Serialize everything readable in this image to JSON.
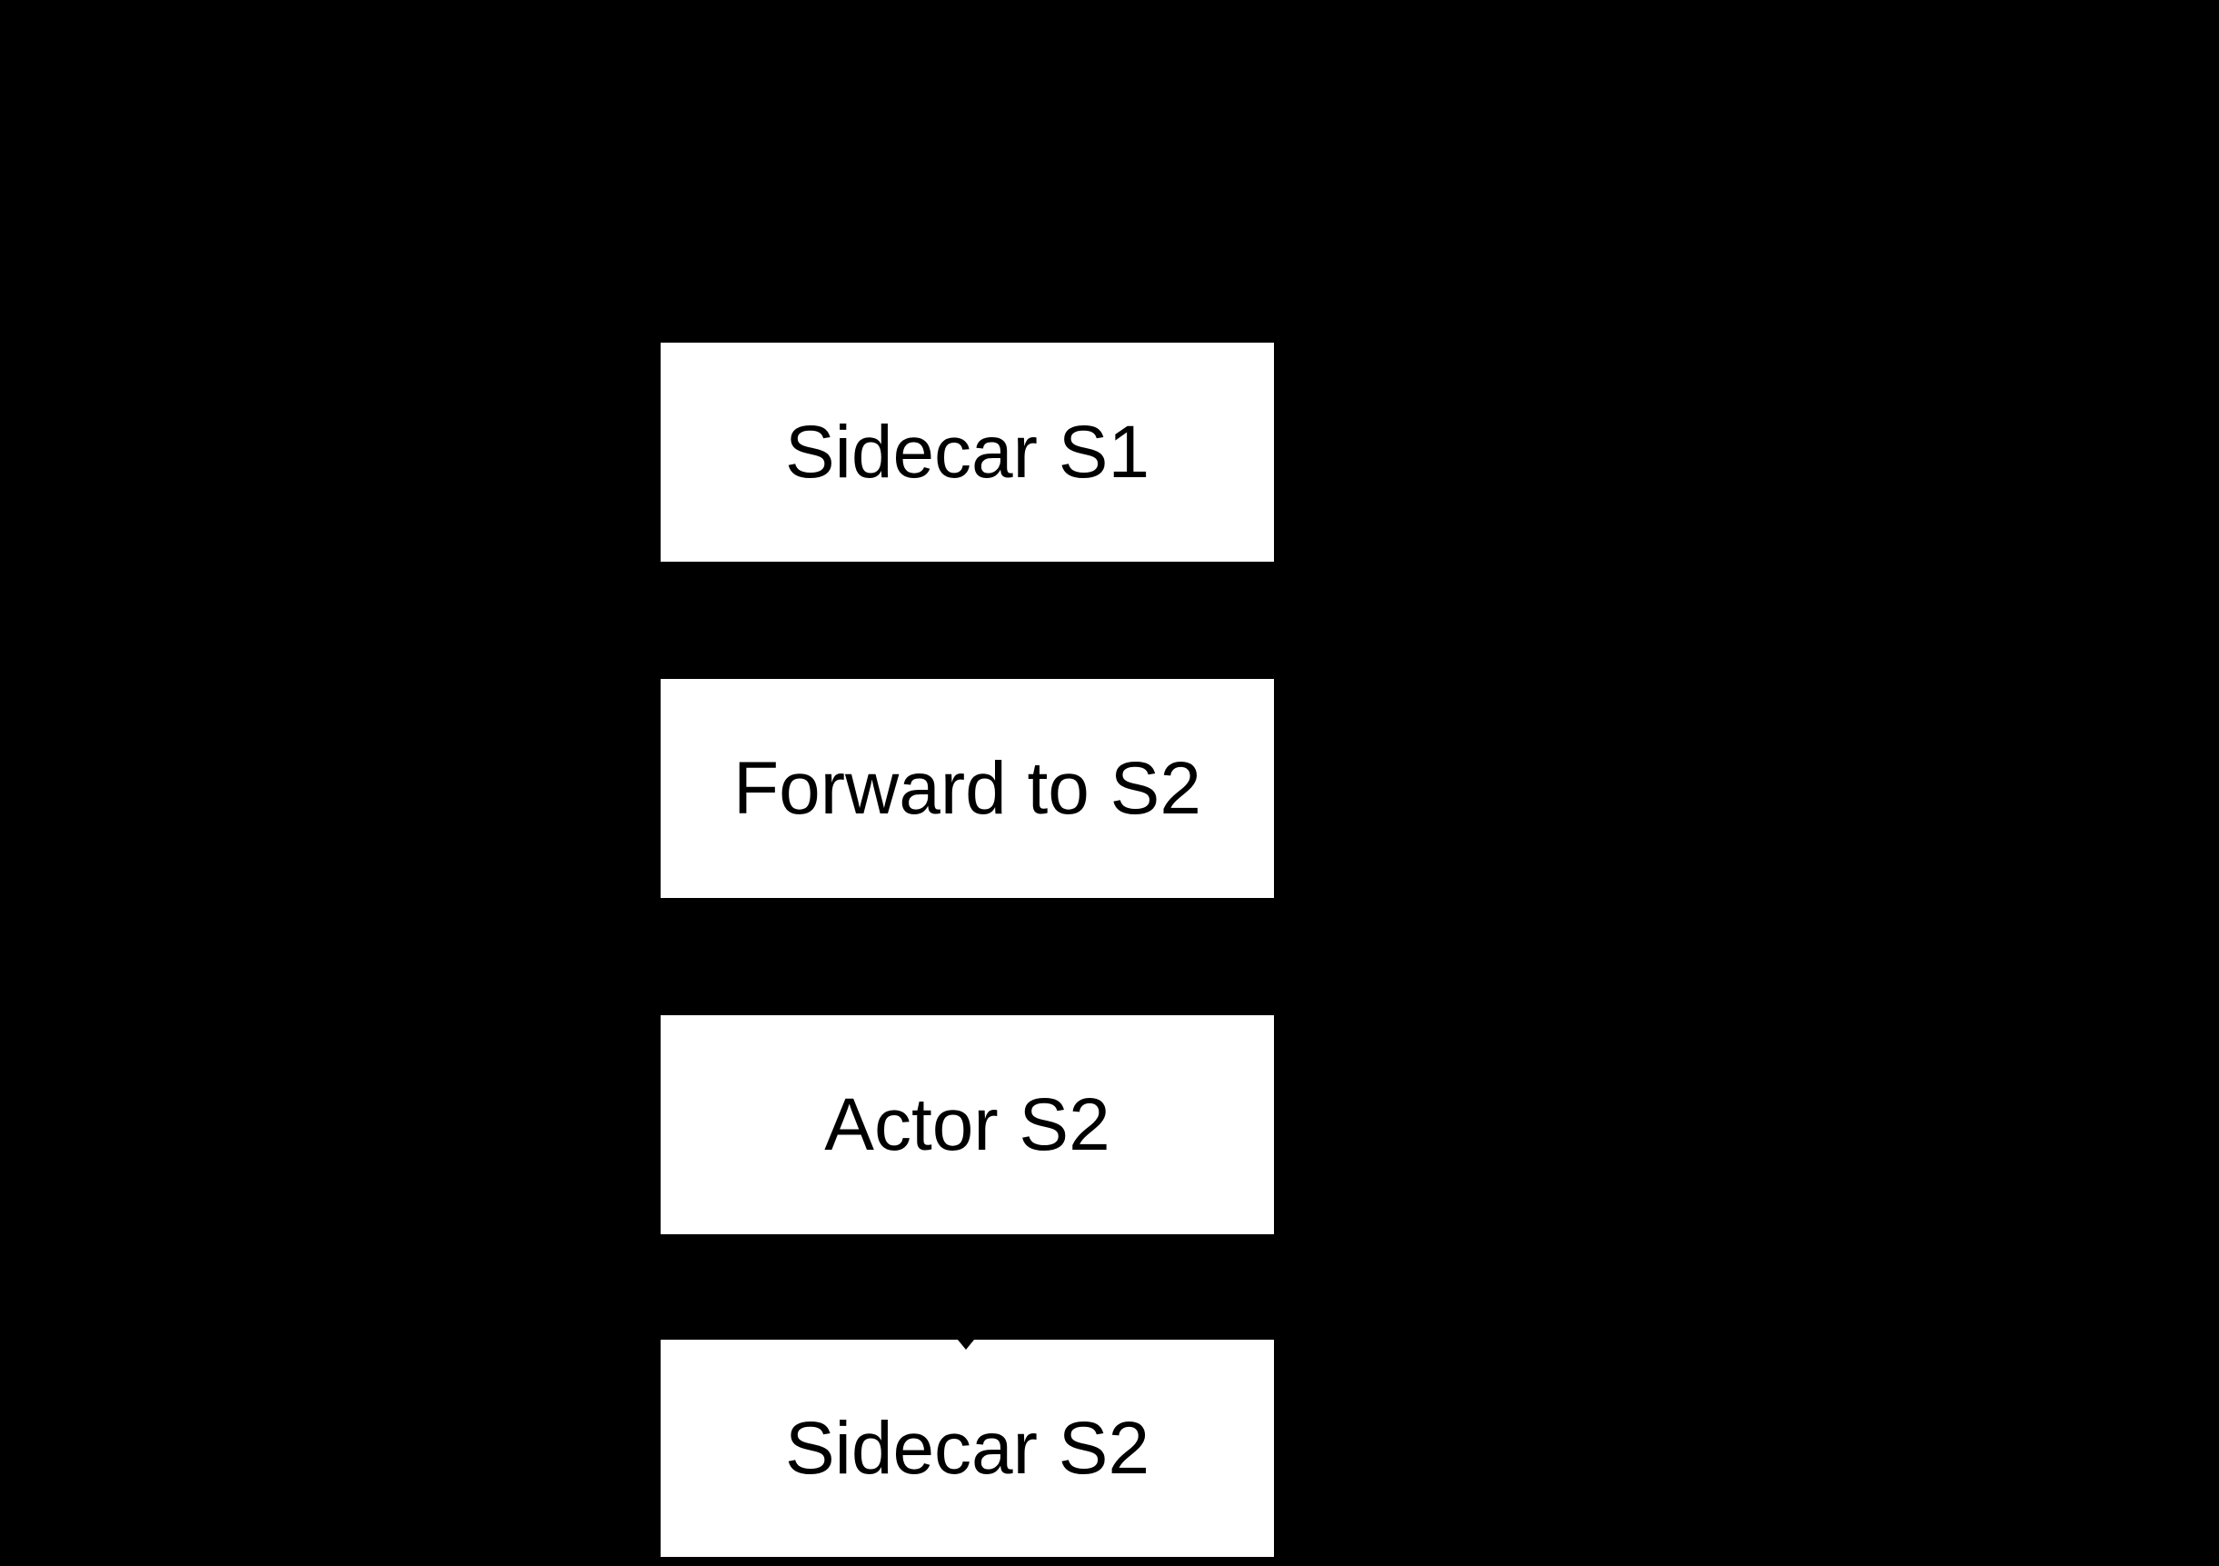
{
  "diagram": {
    "background_color": "#000000",
    "node_fill_color": "#ffffff",
    "node_text_color": "#000000",
    "edge_color": "#000000",
    "nodes": [
      {
        "id": "sidecar-s1",
        "label": "Sidecar S1"
      },
      {
        "id": "forward-to-s2",
        "label": "Forward to S2"
      },
      {
        "id": "actor-s2",
        "label": "Actor S2"
      },
      {
        "id": "sidecar-s2",
        "label": "Sidecar S2"
      }
    ],
    "visible_arrowhead": {
      "icon": "arrowhead-down-icon",
      "shape": "css-triangle",
      "points_to": "sidecar-s2"
    }
  }
}
